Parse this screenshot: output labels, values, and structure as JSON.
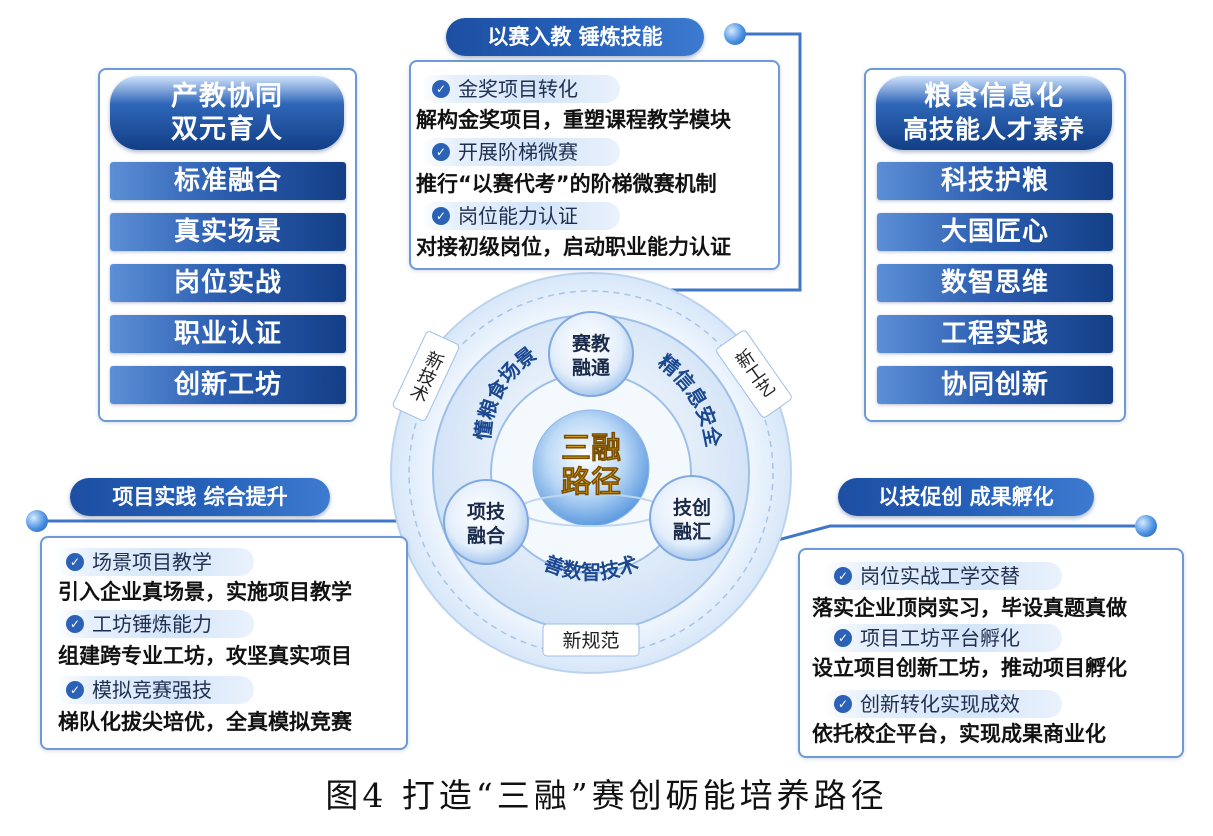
{
  "caption": "图4 打造“三融”赛创砺能培养路径",
  "center": {
    "title_line1": "三融",
    "title_line2": "路径",
    "nodes": [
      {
        "line1": "赛教",
        "line2": "融通"
      },
      {
        "line1": "项技",
        "line2": "融合"
      },
      {
        "line1": "技创",
        "line2": "融汇"
      }
    ],
    "ring_texts": [
      "懂粮食场景",
      "精信息安全",
      "善数智技术"
    ],
    "outer_labels": [
      "新技术",
      "新工艺",
      "新规范"
    ]
  },
  "left_panel": {
    "head_line1": "产教协同",
    "head_line2": "双元育人",
    "items": [
      "标准融合",
      "真实场景",
      "岗位实战",
      "职业认证",
      "创新工坊"
    ]
  },
  "right_panel": {
    "head_line1": "粮食信息化",
    "head_line2": "高技能人才素养",
    "items": [
      "科技护粮",
      "大国匠心",
      "数智思维",
      "工程实践",
      "协同创新"
    ]
  },
  "top_block": {
    "pill": "以赛入教 锤炼技能",
    "entries": [
      {
        "sub": "金奖项目转化",
        "desc": "解构金奖项目，重塑课程教学模块"
      },
      {
        "sub": "开展阶梯微赛",
        "desc": "推行“以赛代考”的阶梯微赛机制"
      },
      {
        "sub": "岗位能力认证",
        "desc": "对接初级岗位，启动职业能力认证"
      }
    ]
  },
  "bottom_left_block": {
    "pill": "项目实践 综合提升",
    "entries": [
      {
        "sub": "场景项目教学",
        "desc": "引入企业真场景，实施项目教学"
      },
      {
        "sub": "工坊锤炼能力",
        "desc": "组建跨专业工坊，攻坚真实项目"
      },
      {
        "sub": "模拟竞赛强技",
        "desc": "梯队化拔尖培优，全真模拟竞赛"
      }
    ]
  },
  "bottom_right_block": {
    "pill": "以技促创 成果孵化",
    "entries": [
      {
        "sub": "岗位实战工学交替",
        "desc": "落实企业顶岗实习，毕设真题真做"
      },
      {
        "sub": "项目工坊平台孵化",
        "desc": "设立项目创新工坊，推动项目孵化"
      },
      {
        "sub": "创新转化实现成效",
        "desc": "依托校企平台，实现成果商业化"
      }
    ]
  },
  "icons": {
    "check": "check-circle-icon",
    "dot": "connector-dot-icon"
  },
  "colors": {
    "primary": "#245fb8",
    "dark": "#123f86",
    "accent_gold": "#f5b400",
    "border": "#6d9ad6"
  }
}
